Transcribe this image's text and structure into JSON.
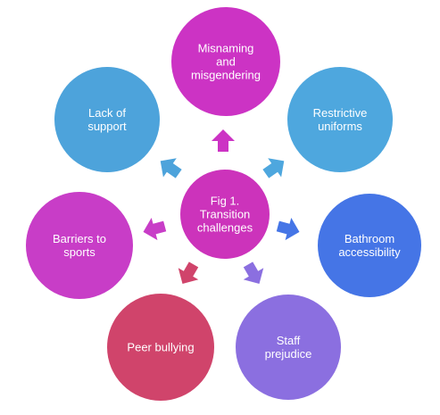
{
  "diagram": {
    "center": {
      "lines": [
        "Fig 1.",
        "Transition",
        "challenges"
      ],
      "color": "#CC33BB"
    },
    "nodes": [
      {
        "id": "misnaming",
        "lines": [
          "Misnaming",
          "and",
          "misgendering"
        ],
        "color": "#CC33C4",
        "arrow_color": "#CC33C4"
      },
      {
        "id": "restrictive-uniforms",
        "lines": [
          "Restrictive",
          "uniforms"
        ],
        "color": "#4EA7DE",
        "arrow_color": "#4EA7DE"
      },
      {
        "id": "bathroom-accessibility",
        "lines": [
          "Bathroom",
          "accessibility"
        ],
        "color": "#4575E6",
        "arrow_color": "#4575E6"
      },
      {
        "id": "staff-prejudice",
        "lines": [
          "Staff",
          "prejudice"
        ],
        "color": "#8B6FE0",
        "arrow_color": "#8B6FE0"
      },
      {
        "id": "peer-bullying",
        "lines": [
          "Peer bullying"
        ],
        "color": "#D0446B",
        "arrow_color": "#D0446B"
      },
      {
        "id": "barriers-to-sports",
        "lines": [
          "Barriers to",
          "sports"
        ],
        "color": "#C83DC7",
        "arrow_color": "#C83DC7"
      },
      {
        "id": "lack-of-support",
        "lines": [
          "Lack of",
          "support"
        ],
        "color": "#4DA3DB",
        "arrow_color": "#4DA3DB"
      }
    ]
  }
}
